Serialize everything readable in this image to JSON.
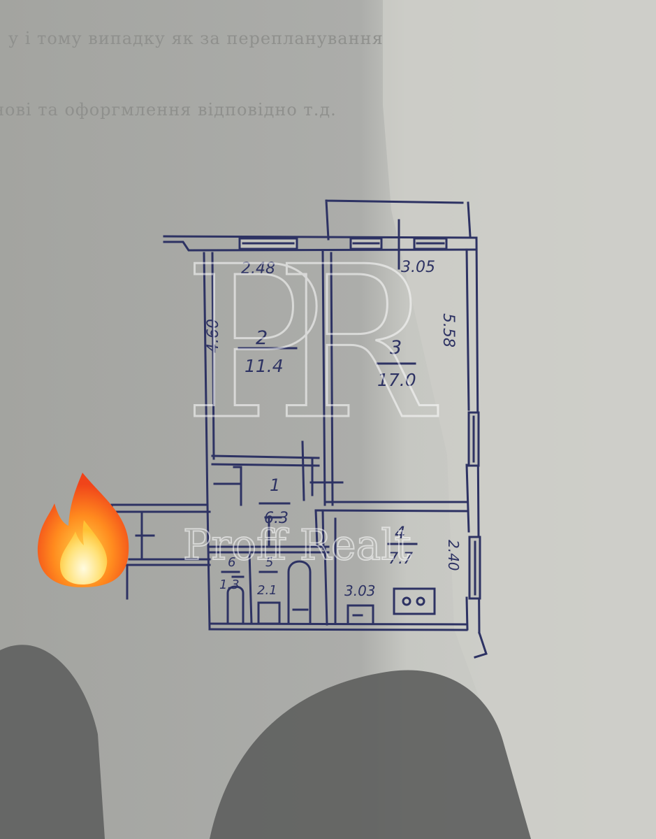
{
  "header_lines": [
    "у  і  тому  випадку  як  за  перепланування",
    "нові  та  офоргмлення  відповідно  т.д."
  ],
  "rooms": [
    {
      "number": "1",
      "area": "6.3"
    },
    {
      "number": "2",
      "area": "11.4"
    },
    {
      "number": "3",
      "area": "17.0"
    },
    {
      "number": "4",
      "area": "7.7"
    },
    {
      "number": "5",
      "area": "2.1"
    },
    {
      "number": "6",
      "area": "1.3"
    }
  ],
  "dimensions": {
    "room2_width": "2.48",
    "room2_length": "4.60",
    "room3_width": "3.05",
    "room3_length": "5.58",
    "kitchen_width": "3.03",
    "kitchen_length": "2.40"
  },
  "watermark": {
    "monogram": "PR",
    "text": "Proff Realt"
  },
  "fire_icon": "fire-emoji-icon",
  "colors": {
    "paper": "#a9aaa6",
    "paper_lit": "#c9cac4",
    "ink": "#2d3263",
    "shadow": "#5e605f",
    "watermark": "#ffffff"
  }
}
